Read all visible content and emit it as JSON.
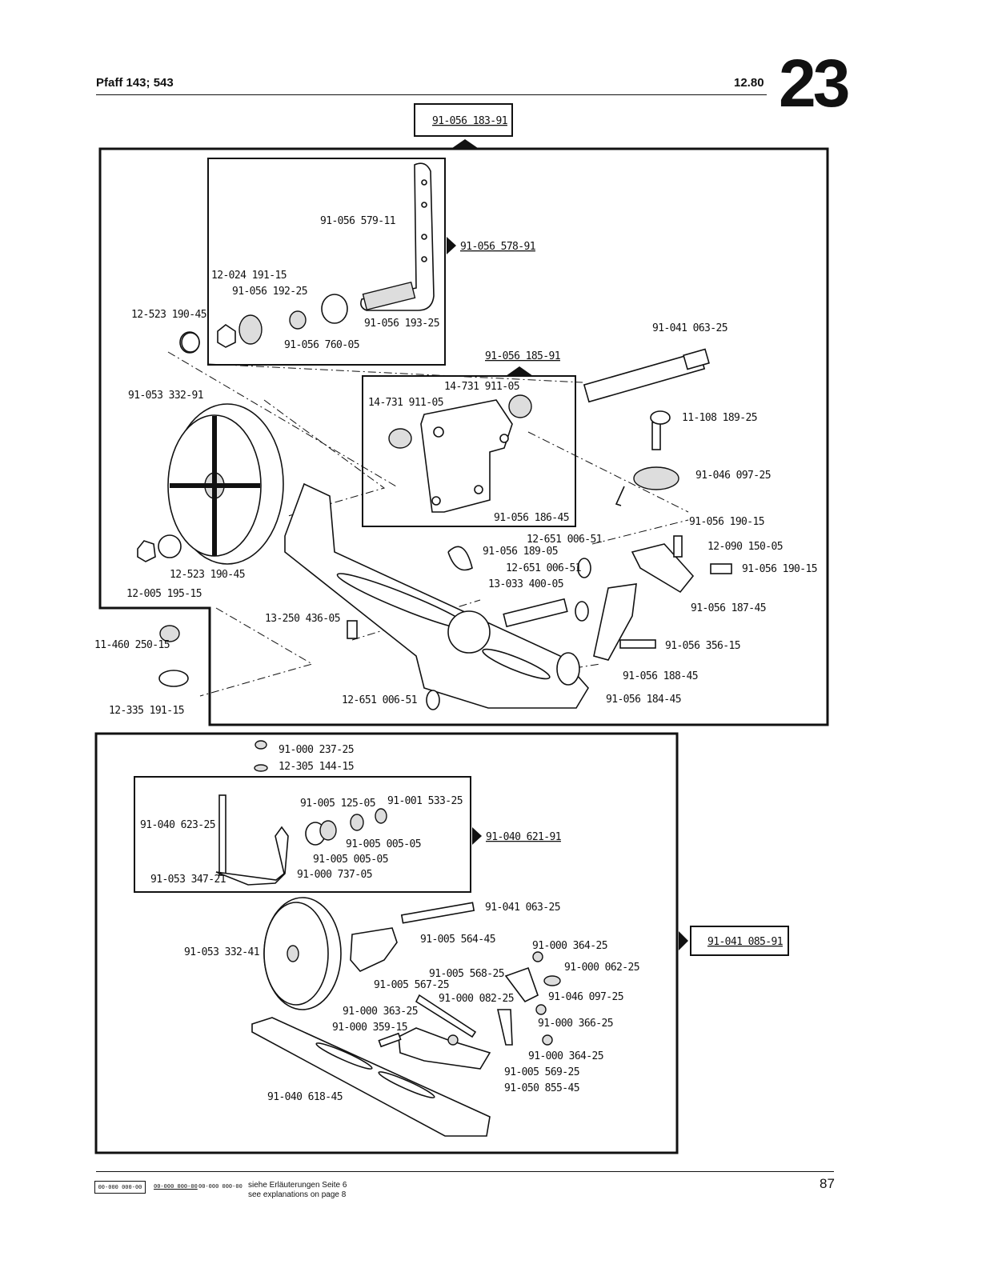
{
  "header": {
    "title": "Pfaff 143; 543",
    "date": "12.80",
    "page_number": "23"
  },
  "assembly_refs": {
    "top_main": "91-056 183-91",
    "inset_arm": "91-056 578-91",
    "inset_bracket": "91-056 185-91",
    "bottom_inset": "91-040 621-91",
    "bottom_main": "91-041 085-91"
  },
  "top_labels": {
    "l01": "91-056 579-11",
    "l02": "12-024 191-15",
    "l03": "91-056 192-25",
    "l04": "12-523 190-45",
    "l05": "91-056 193-25",
    "l06": "91-056 760-05",
    "l07": "91-041 063-25",
    "l08": "14-731 911-05",
    "l09": "14-731 911-05",
    "l10": "91-053 332-91",
    "l11": "11-108 189-25",
    "l12": "91-046 097-25",
    "l13": "91-056 186-45",
    "l14": "91-056 190-15",
    "l15": "12-651 006-51",
    "l16": "12-090 150-05",
    "l17": "91-056 189-05",
    "l18": "91-056 190-15",
    "l19": "12-651 006-51",
    "l20": "12-523 190-45",
    "l21": "13-033 400-05",
    "l22": "12-005 195-15",
    "l23": "91-056 187-45",
    "l24": "13-250 436-05",
    "l25": "11-460 250-15",
    "l26": "91-056 356-15",
    "l27": "91-056 188-45",
    "l28": "12-335 191-15",
    "l29": "12-651 006-51",
    "l30": "91-056 184-45"
  },
  "bottom_labels": {
    "b01": "91-000 237-25",
    "b02": "12-305 144-15",
    "b03": "91-005 125-05",
    "b04": "91-001 533-25",
    "b05": "91-040 623-25",
    "b06": "91-005 005-05",
    "b07": "91-005 005-05",
    "b08": "91-000 737-05",
    "b09": "91-053 347-21",
    "b10": "91-041 063-25",
    "b11": "91-005 564-45",
    "b12": "91-000 364-25",
    "b13": "91-053 332-41",
    "b14": "91-000 062-25",
    "b15": "91-005 568-25",
    "b16": "91-005 567-25",
    "b17": "91-000 082-25",
    "b18": "91-046 097-25",
    "b19": "91-000 363-25",
    "b20": "91-000 366-25",
    "b21": "91-000 359-15",
    "b22": "91-000 364-25",
    "b23": "91-005 569-25",
    "b24": "91-050 855-45",
    "b25": "91-040 618-45"
  },
  "footer": {
    "legend_box": "00-000 000-00",
    "legend_code_1": "00-000 000-00",
    "legend_code_2": "00-000 000-00",
    "note_de": "siehe Erläuterungen Seite 6",
    "note_en": "see explanations on page 8",
    "page": "87"
  }
}
